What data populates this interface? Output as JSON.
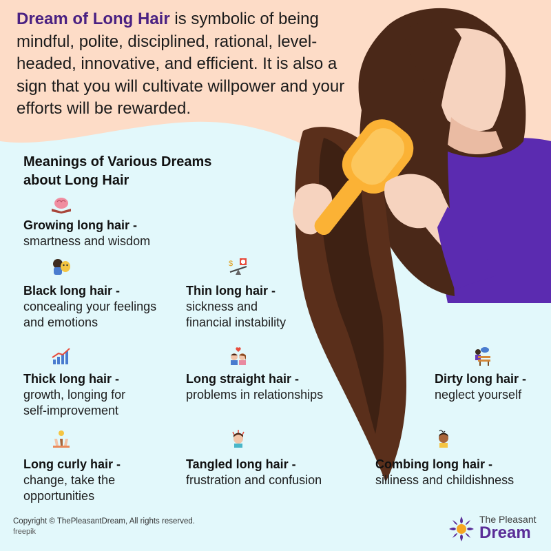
{
  "intro": {
    "highlight": "Dream of Long Hair",
    "text": " is symbolic of being mindful, polite, disciplined, rational, level-headed, innovative, and efficient. It is also a sign that you will cultivate willpower and your efforts will be rewarded."
  },
  "section_title": "Meanings of Various Dreams about Long Hair",
  "items": [
    {
      "title": "Growing long hair -",
      "desc": "smartness and wisdom",
      "icon": "brain-book-icon"
    },
    {
      "title": "Black long hair -",
      "desc": "concealing your feelings and emotions",
      "icon": "masks-icon"
    },
    {
      "title": "Thin long hair -",
      "desc": "sickness and financial instability",
      "icon": "balance-scale-icon"
    },
    {
      "title": "Thick long hair -",
      "desc": "growth, longing for self-improvement",
      "icon": "growth-chart-icon"
    },
    {
      "title": "Long straight hair -",
      "desc": "problems in relationships",
      "icon": "couple-icon"
    },
    {
      "title": "Dirty long hair -",
      "desc": "neglect yourself",
      "icon": "person-bench-icon"
    },
    {
      "title": "Long curly hair -",
      "desc": "change, take the opportunities",
      "icon": "hands-lightbulb-icon"
    },
    {
      "title": "Tangled long hair -",
      "desc": "frustration and confusion",
      "icon": "frustrated-girl-icon"
    },
    {
      "title": "Combing long hair -",
      "desc": "silliness and childishness",
      "icon": "confused-boy-icon"
    }
  ],
  "footer": {
    "copyright": "Copyright © ThePleasantDream, All rights reserved.",
    "credit": "freepik"
  },
  "logo": {
    "line1": "The Pleasant",
    "line2": "Dream"
  },
  "colors": {
    "peach_bg": "#fddcc7",
    "light_bg": "#e2f8fb",
    "hair": "#4a2818",
    "skin": "#f6d3bf",
    "shirt": "#5b2bb0",
    "brush": "#fbb235",
    "heading": "#4a2182"
  }
}
